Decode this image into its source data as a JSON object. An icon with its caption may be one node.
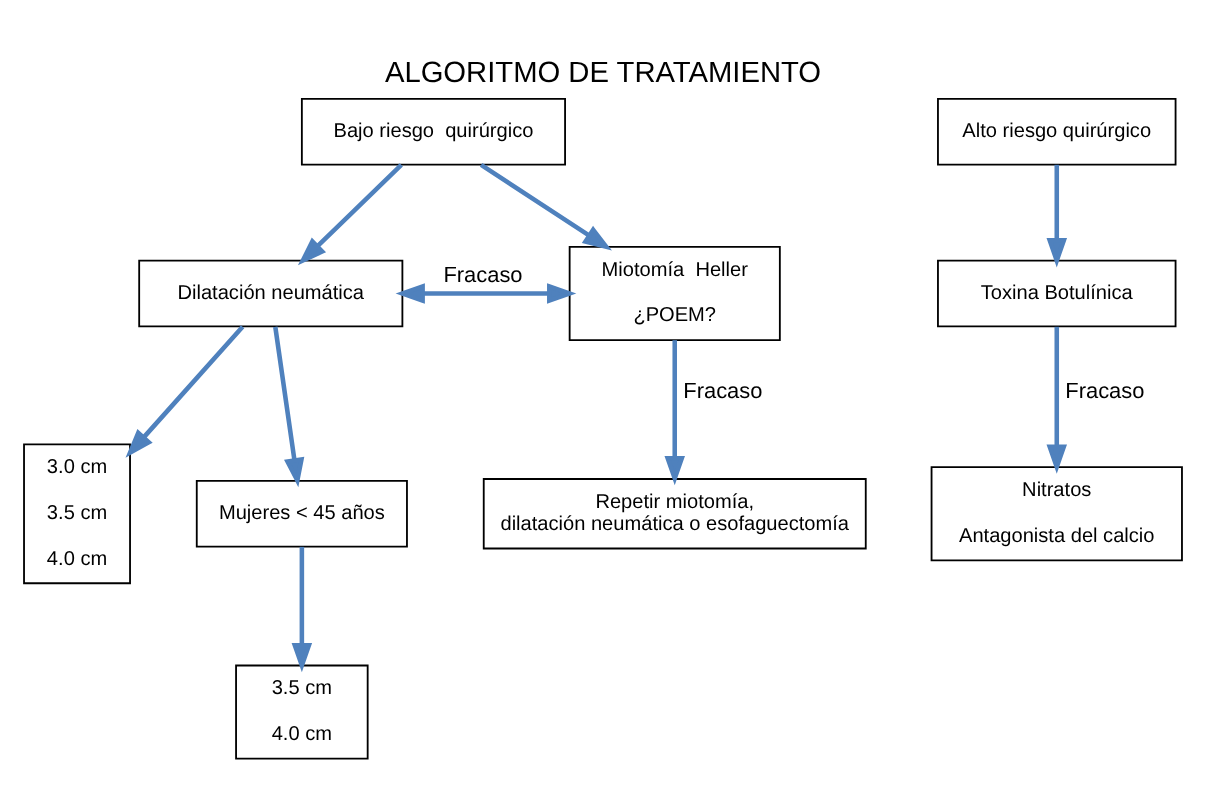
{
  "diagram": {
    "title": "ALGORITMO DE TRATAMIENTO",
    "nodes": [
      {
        "text": [
          "Bajo riesgo  quirúrgico"
        ]
      },
      {
        "text": [
          "Alto riesgo quirúrgico"
        ]
      },
      {
        "text": [
          "Dilatación neumática"
        ]
      },
      {
        "text": [
          "Miotomía  Heller",
          "¿POEM?"
        ]
      },
      {
        "text": [
          "Toxina Botulínica"
        ]
      },
      {
        "text": [
          "3.0 cm",
          "3.5 cm",
          "4.0 cm"
        ]
      },
      {
        "text": [
          "Mujeres < 45 años"
        ]
      },
      {
        "text": [
          "3.5 cm",
          "4.0 cm"
        ]
      },
      {
        "text": [
          "Repetir miotomía, dilatación neumática o esofaguectomía"
        ]
      },
      {
        "text": [
          "Nitratos",
          "Antagonista del calcio"
        ]
      }
    ],
    "edges": [
      {
        "from": 0,
        "to": 2,
        "arrow": "to"
      },
      {
        "from": 0,
        "to": 3,
        "arrow": "to"
      },
      {
        "from": 2,
        "to": 3,
        "arrow": "both",
        "label": "Fracaso"
      },
      {
        "from": 1,
        "to": 4,
        "arrow": "to"
      },
      {
        "from": 2,
        "to": 5,
        "arrow": "to"
      },
      {
        "from": 2,
        "to": 6,
        "arrow": "to"
      },
      {
        "from": 6,
        "to": 7,
        "arrow": "to"
      },
      {
        "from": 3,
        "to": 8,
        "arrow": "to",
        "label": "Fracaso"
      },
      {
        "from": 4,
        "to": 9,
        "arrow": "to",
        "label": "Fracaso"
      }
    ]
  }
}
